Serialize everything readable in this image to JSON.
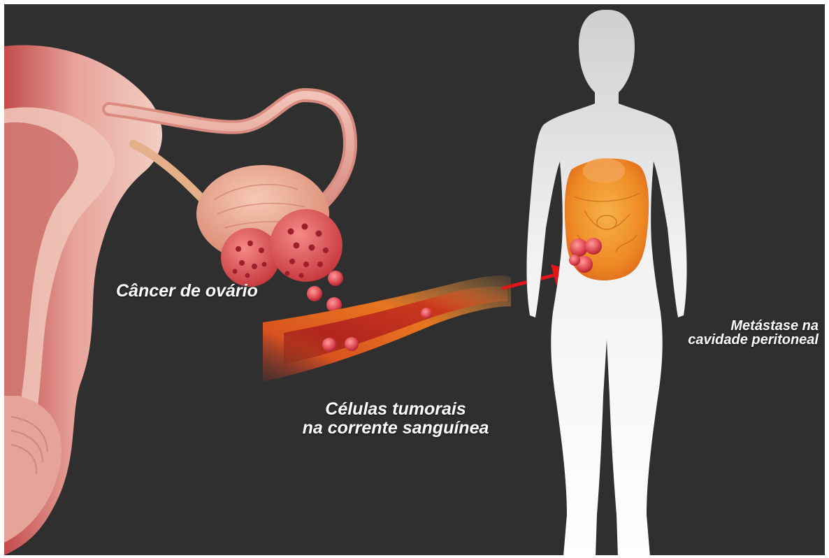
{
  "labels": {
    "ovarian_cancer": "Câncer de ovário",
    "bloodstream_line1": "Células tumorais",
    "bloodstream_line2": "na corrente sanguínea",
    "metastasis_line1": "Metástase na",
    "metastasis_line2": "cavidade peritoneal"
  },
  "colors": {
    "background": "#2f2f2f",
    "border": "#ffffff",
    "tissue": "#e8a59a",
    "tumor": "#c9343e",
    "vessel": "#d9541f",
    "silhouette": "#f4f4f4",
    "abdomen": "#f0902a",
    "arrow": "#e0161b"
  },
  "icons": {
    "uterus": "uterus-illustration",
    "ovary": "ovary-with-tumors-illustration",
    "vessel": "blood-vessel-illustration",
    "body": "female-body-silhouette",
    "arrow": "red-arrow"
  }
}
